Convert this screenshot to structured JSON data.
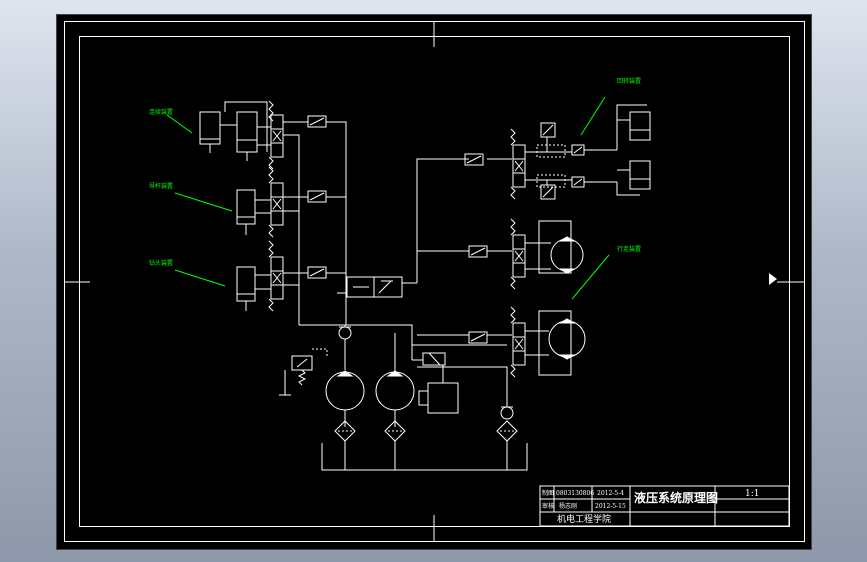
{
  "colors": {
    "background": "#000000",
    "lines": "#ffffff",
    "leaders": "#00ff00",
    "labels": "#00ff00",
    "window": "#b9c3d2"
  },
  "labels": {
    "label_1": "连续装置",
    "label_2": "导杆装置",
    "label_3": "钻头装置",
    "label_4": "回转装置",
    "label_5": "行走装置"
  },
  "title_block": {
    "row1_col1": "制图",
    "row1_col2": "0803130806",
    "row1_col3": "2012-5-4",
    "row2_col1": "审核",
    "row2_col2": "杨志刚",
    "row2_col3": "2012-5-15",
    "institute": "机电工程学院",
    "title": "液压系统原理图",
    "scale": "1:1"
  }
}
